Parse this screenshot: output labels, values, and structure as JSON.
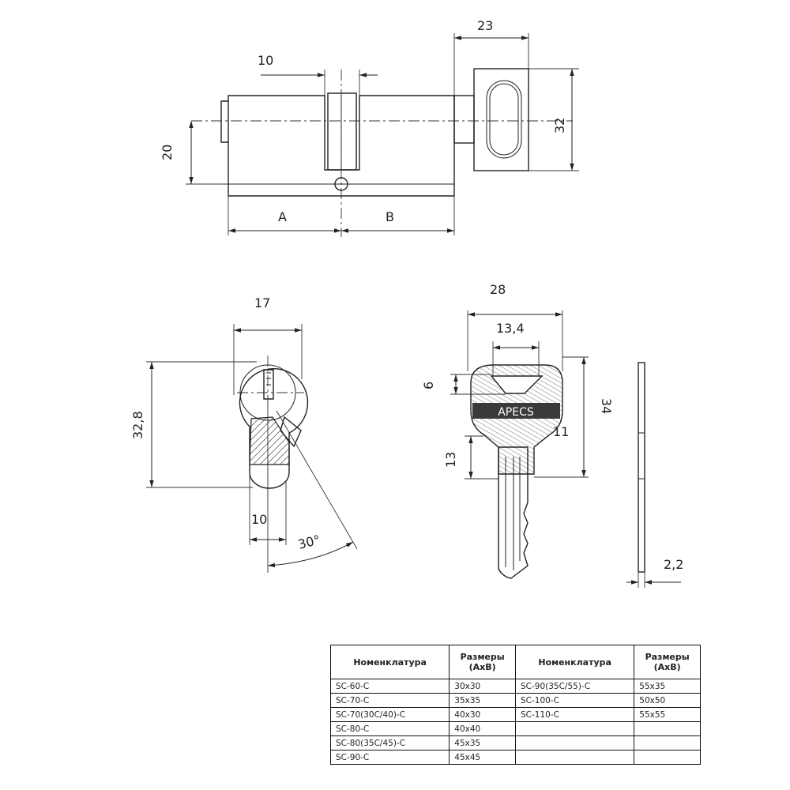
{
  "dimensions": {
    "cylinder_length_a": "A",
    "cylinder_length_b": "B",
    "cam_width": "10",
    "knob_width": "23",
    "knob_height": "32",
    "cylinder_height": "20",
    "profile_width": "17",
    "profile_height": "32,8",
    "bottom_width": "10",
    "cam_angle": "30°",
    "key_width": "28",
    "key_inner_width": "13,4",
    "key_hole_height": "6",
    "key_height": "34",
    "key_shoulder": "11",
    "key_blade_offset": "13",
    "key_thickness": "2,2"
  },
  "key_brand": "APECS",
  "table": {
    "headers": [
      "Номенклатура",
      "Размеры (АхВ)",
      "Номенклатура",
      "Размеры (АхВ)"
    ],
    "rows": [
      [
        "SC-60-C",
        "30x30",
        "SC-90(35C/55)-C",
        "55x35"
      ],
      [
        "SC-70-C",
        "35x35",
        "SC-100-C",
        "50x50"
      ],
      [
        "SC-70(30C/40)-C",
        "40x30",
        "SC-110-C",
        "55x55"
      ],
      [
        "SC-80-C",
        "40x40",
        "",
        ""
      ],
      [
        "SC-80(35C/45)-C",
        "45x35",
        "",
        ""
      ],
      [
        "SC-90-C",
        "45x45",
        "",
        ""
      ]
    ]
  }
}
